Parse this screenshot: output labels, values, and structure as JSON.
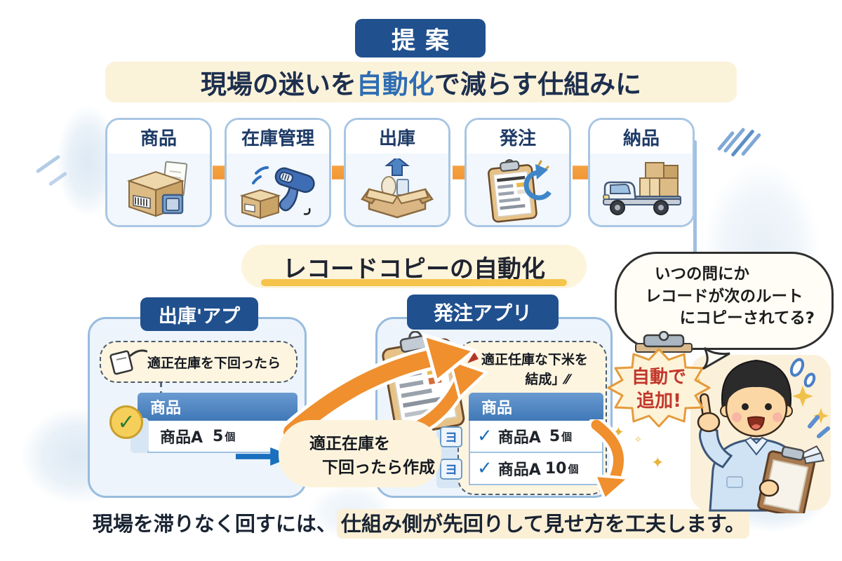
{
  "colors": {
    "badge_blue": "#20508e",
    "accent_blue": "#2e6db4",
    "panel_border_blue": "#98bcde",
    "orange_arrow": "#ef8f2e",
    "cream": "#fbf2da",
    "yellow_underline": "#f6c44b",
    "table_header_blue": "#3f78b7",
    "check_green": "#2e7d32",
    "check_blue": "#1a6fbe",
    "alert_red": "#c2372c",
    "text_navy": "#1d2f4e"
  },
  "proposal_badge": "提案",
  "main_title": {
    "pre": "現場の迷いを",
    "highlight": "自動化",
    "post": "で減らす仕組みに"
  },
  "flow_steps": [
    {
      "label": "商品",
      "icon": "package-box-icon"
    },
    {
      "label": "在庫管理",
      "icon": "barcode-scanner-icon"
    },
    {
      "label": "出庫",
      "icon": "open-box-icon"
    },
    {
      "label": "発注",
      "icon": "order-clipboard-icon"
    },
    {
      "label": "納品",
      "icon": "delivery-truck-icon"
    }
  ],
  "section_title": "レコードコピーの自動化",
  "speech_bubble": {
    "line1": "いつの問にか",
    "line2": "レコードが次のルート",
    "line3": "にコピーされてる?"
  },
  "shukko_app": {
    "title": "出庫'アプ",
    "note": "適正在庫を下回ったら",
    "table_header": "商品",
    "row": {
      "check_glyph": "✓",
      "name": "商品A",
      "qty": "5",
      "unit": "個"
    }
  },
  "transfer_note": {
    "line1": "適正在庫を",
    "line2": "下回ったら作成"
  },
  "hacchu_app": {
    "title": "発注アプリ",
    "note_line1": "適正任庫な下米を",
    "note_line2": "結成」⁄⁄",
    "table_header": "商品",
    "rows": [
      {
        "side_glyph": "ヨ",
        "check_glyph": "✓",
        "name": "商品A",
        "qty": "5",
        "unit": "個"
      },
      {
        "side_glyph": "ヨ",
        "check_glyph": "✓",
        "name": "商品A",
        "qty": "10",
        "unit": "個"
      }
    ]
  },
  "auto_badge": {
    "line1": "自動で",
    "line2": "追加!"
  },
  "footer": {
    "pre": "現場を滞りなく回すには、",
    "highlight": "仕組み側が先回りして見せ方を工夫します。"
  }
}
